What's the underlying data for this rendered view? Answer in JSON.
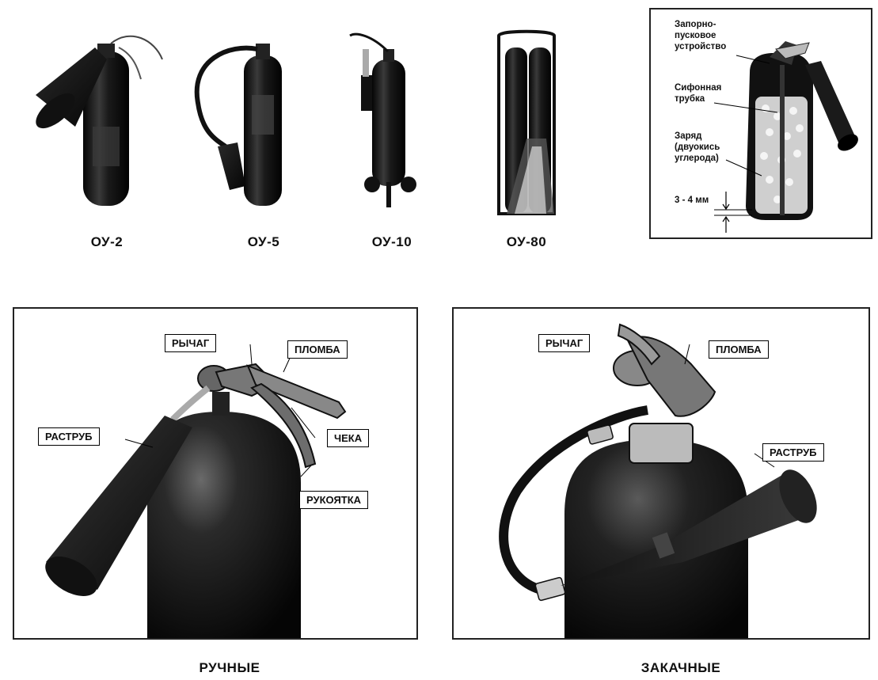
{
  "top_models": [
    {
      "label": "ОУ-2"
    },
    {
      "label": "ОУ-5"
    },
    {
      "label": "ОУ-10"
    },
    {
      "label": "ОУ-80"
    }
  ],
  "cutaway": {
    "shutoff_label_1": "Запорно-",
    "shutoff_label_2": "пусковое",
    "shutoff_label_3": "устройство",
    "siphon_label_1": "Сифонная",
    "siphon_label_2": "трубка",
    "charge_label_1": "Заряд",
    "charge_label_2": "(двуокись",
    "charge_label_3": "углерода)",
    "gap_label": "3 - 4 мм"
  },
  "manual": {
    "caption": "РУЧНЫЕ",
    "lever": "РЫЧАГ",
    "seal": "ПЛОМБА",
    "pin": "ЧЕКА",
    "handle": "РУКОЯТКА",
    "horn": "РАСТРУБ"
  },
  "pumped": {
    "caption": "ЗАКАЧНЫЕ",
    "lever": "РЫЧАГ",
    "seal": "ПЛОМБА",
    "horn": "РАСТРУБ"
  }
}
